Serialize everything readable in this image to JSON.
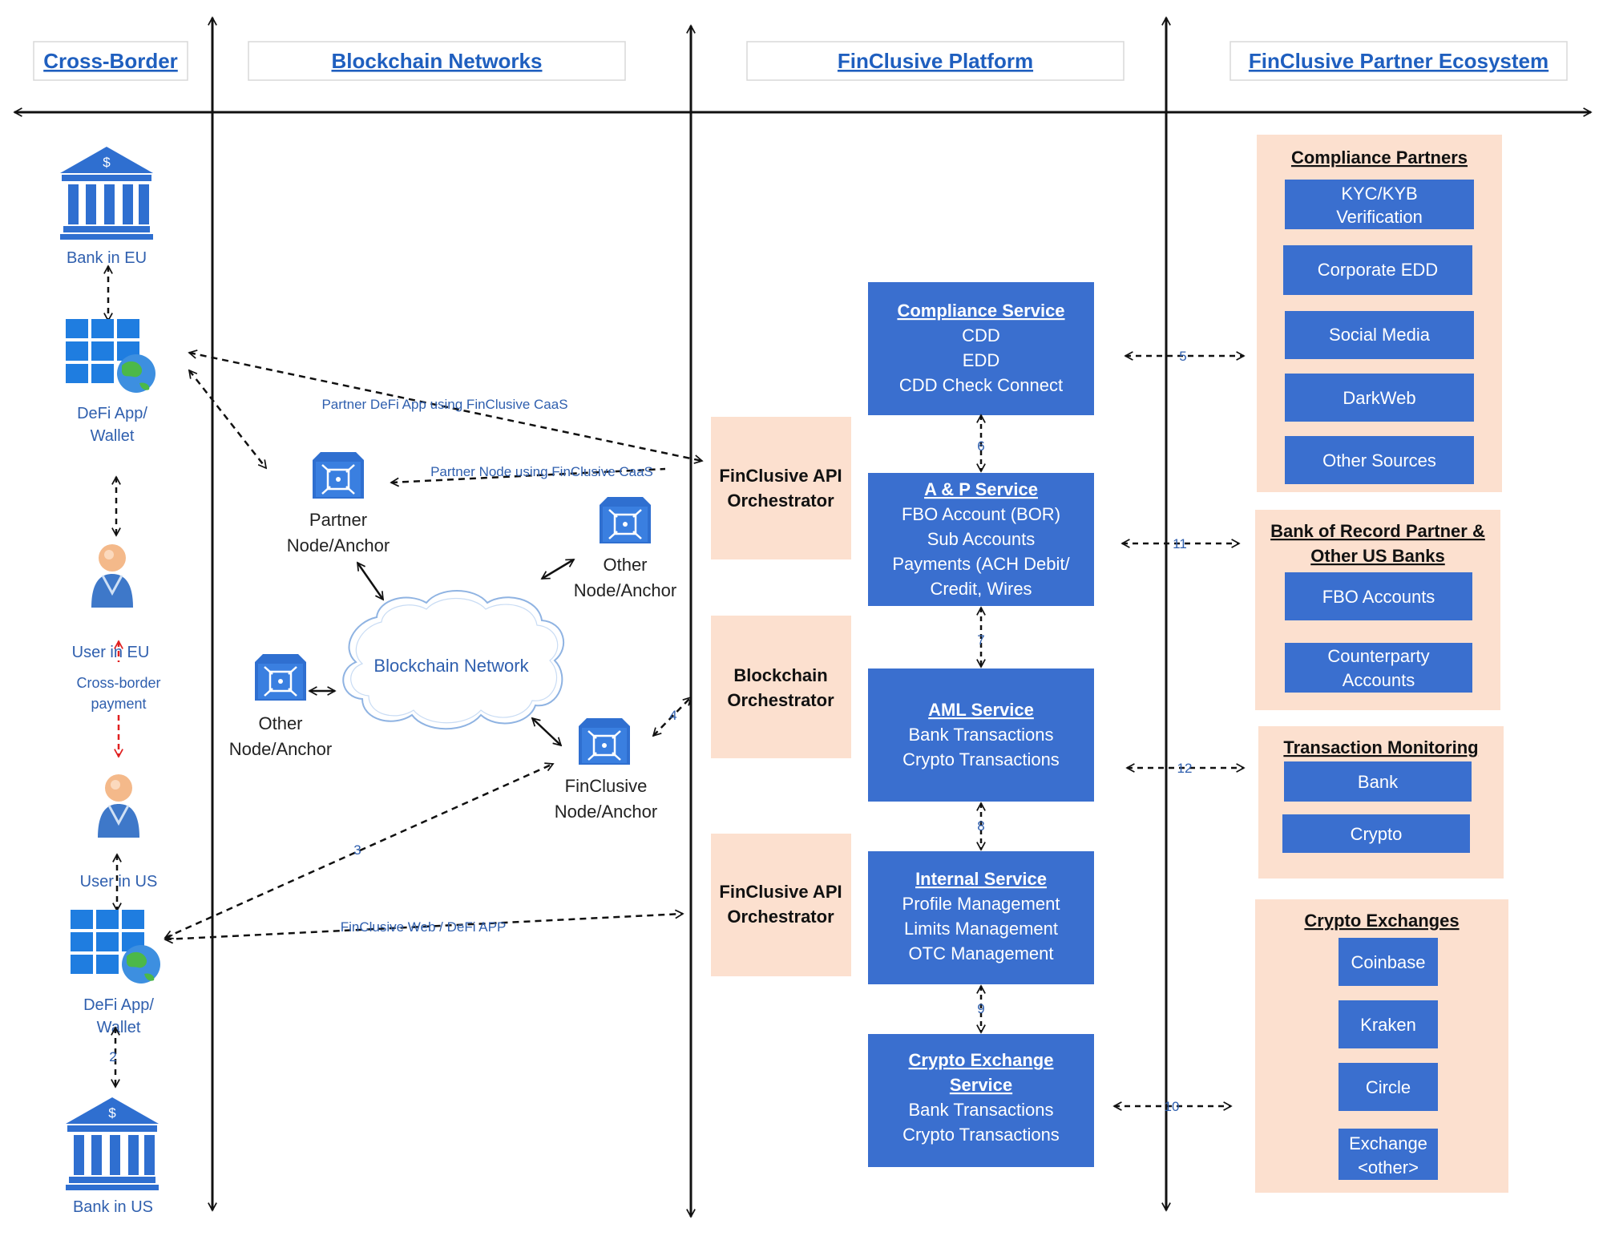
{
  "headers": {
    "cross_border": "Cross-Border",
    "blockchain_networks": "Blockchain Networks",
    "finclusive_platform": "FinClusive Platform",
    "partner_ecosystem": "FinClusive Partner Ecosystem"
  },
  "left": {
    "bank_eu": "Bank in EU",
    "defi_top_1": "DeFi App/",
    "defi_top_2": "Wallet",
    "user_eu": "User in EU",
    "crossborder_1": "Cross-border",
    "crossborder_2": "payment",
    "user_us": "User in US",
    "defi_bottom_1": "DeFi App/",
    "defi_bottom_2": "Wallet",
    "bank_us": "Bank in US"
  },
  "blockchain": {
    "partner_node_1": "Partner",
    "partner_node_2": "Node/Anchor",
    "other_node_right_1": "Other",
    "other_node_right_2": "Node/Anchor",
    "other_node_left_1": "Other",
    "other_node_left_2": "Node/Anchor",
    "finclusive_node_1": "FinClusive",
    "finclusive_node_2": "Node/Anchor",
    "cloud": "Blockchain Network",
    "partner_defi_caas": "Partner DeFi App using FinClusive CaaS",
    "partner_node_caas": "Partner Node using FinClusive CaaS",
    "web_defi_app": "FinClusive Web / DeFi APP"
  },
  "numbers": {
    "n2": "2",
    "n3": "3",
    "n4": "4",
    "n5": "5",
    "n6": "6",
    "n7": "7",
    "n8": "8",
    "n9": "9",
    "n10": "10",
    "n11": "11",
    "n12": "12"
  },
  "orchestrators": {
    "api_top_1": "FinClusive API",
    "api_top_2": "Orchestrator",
    "blockchain_1": "Blockchain",
    "blockchain_2": "Orchestrator",
    "api_bottom_1": "FinClusive API",
    "api_bottom_2": "Orchestrator"
  },
  "services": {
    "compliance": {
      "title": "Compliance Service",
      "lines": [
        "CDD",
        "EDD",
        "CDD Check Connect"
      ]
    },
    "ap": {
      "title": "A & P Service",
      "lines": [
        "FBO Account (BOR)",
        "Sub Accounts",
        "Payments (ACH Debit/",
        "Credit, Wires"
      ]
    },
    "aml": {
      "title": "AML Service",
      "lines": [
        "Bank Transactions",
        "Crypto Transactions"
      ]
    },
    "internal": {
      "title": "Internal Service",
      "lines": [
        "Profile Management",
        "Limits Management",
        "OTC Management"
      ]
    },
    "crypto_exchange": {
      "title_1": "Crypto Exchange",
      "title_2": "Service",
      "lines": [
        "Bank Transactions",
        "Crypto Transactions"
      ]
    }
  },
  "partners": {
    "compliance": {
      "title": "Compliance Partners",
      "items": [
        "KYC/KYB",
        "Verification",
        "Corporate EDD",
        "Social Media",
        "DarkWeb",
        "Other Sources"
      ]
    },
    "bank_of_record": {
      "title_1": "Bank of Record Partner &",
      "title_2": "Other US Banks",
      "items": [
        "FBO Accounts",
        "Counterparty",
        "Accounts"
      ]
    },
    "transaction_monitoring": {
      "title": "Transaction Monitoring",
      "items": [
        "Bank",
        "Crypto"
      ]
    },
    "crypto_exchanges": {
      "title": "Crypto Exchanges",
      "items": [
        "Coinbase",
        "Kraken",
        "Circle",
        "Exchange",
        "<other>"
      ]
    }
  },
  "colors": {
    "service_blue": "#3a6fcf",
    "peach": "#fce0cf",
    "link_blue": "#1f5fbf",
    "label_blue": "#2f5fae",
    "red": "#e02020"
  }
}
